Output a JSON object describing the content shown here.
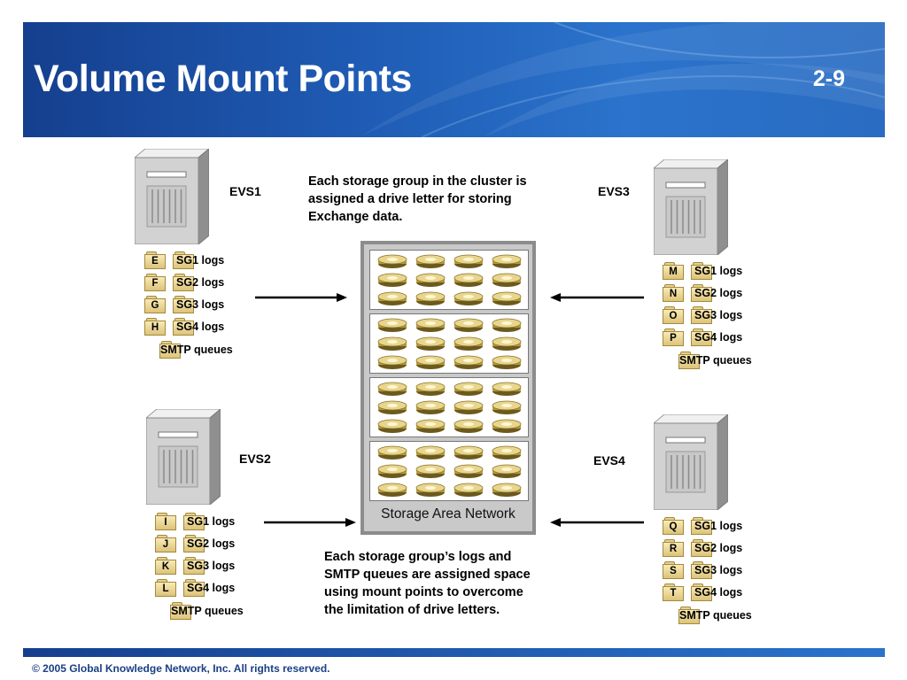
{
  "header": {
    "title": "Volume Mount Points",
    "slide_number": "2-9"
  },
  "footer": {
    "copyright": "© 2005 Global Knowledge Network, Inc. All rights reserved."
  },
  "captions": {
    "top": [
      "Each storage group in the cluster is",
      "assigned a drive letter for storing",
      "Exchange data."
    ],
    "bottom": [
      "Each storage group’s logs and",
      "SMTP queues are assigned space",
      "using mount points to overcome",
      "the limitation of drive letters."
    ]
  },
  "san": {
    "label": "Storage Area Network"
  },
  "servers": [
    {
      "name": "EVS1",
      "drives": [
        "E",
        "F",
        "G",
        "H"
      ],
      "groups": [
        {
          "prefix": "SG",
          "rest": "1 logs"
        },
        {
          "prefix": "SG",
          "rest": "2 logs"
        },
        {
          "prefix": "SG",
          "rest": "3 logs"
        },
        {
          "prefix": "SG",
          "rest": "4 logs"
        }
      ],
      "smtp": {
        "prefix": "SM",
        "rest": "TP queues"
      }
    },
    {
      "name": "EVS2",
      "drives": [
        "I",
        "J",
        "K",
        "L"
      ],
      "groups": [
        {
          "prefix": "SG",
          "rest": "1 logs"
        },
        {
          "prefix": "SG",
          "rest": "2 logs"
        },
        {
          "prefix": "SG",
          "rest": "3 logs"
        },
        {
          "prefix": "SG",
          "rest": "4 logs"
        }
      ],
      "smtp": {
        "prefix": "SM",
        "rest": "TP queues"
      }
    },
    {
      "name": "EVS3",
      "drives": [
        "M",
        "N",
        "O",
        "P"
      ],
      "groups": [
        {
          "prefix": "SG",
          "rest": "1 logs"
        },
        {
          "prefix": "SG",
          "rest": "2 logs"
        },
        {
          "prefix": "SG",
          "rest": "3 logs"
        },
        {
          "prefix": "SG",
          "rest": "4 logs"
        }
      ],
      "smtp": {
        "prefix": "SM",
        "rest": "TP queues"
      }
    },
    {
      "name": "EVS4",
      "drives": [
        "Q",
        "R",
        "S",
        "T"
      ],
      "groups": [
        {
          "prefix": "SG",
          "rest": "1 logs"
        },
        {
          "prefix": "SG",
          "rest": "2 logs"
        },
        {
          "prefix": "SG",
          "rest": "3 logs"
        },
        {
          "prefix": "SG",
          "rest": "4 logs"
        }
      ],
      "smtp": {
        "prefix": "SM",
        "rest": "TP queues"
      }
    }
  ],
  "icons": [
    "server-icon",
    "folder-icon",
    "disk-stack-icon",
    "arrow-right-icon",
    "arrow-left-icon"
  ]
}
